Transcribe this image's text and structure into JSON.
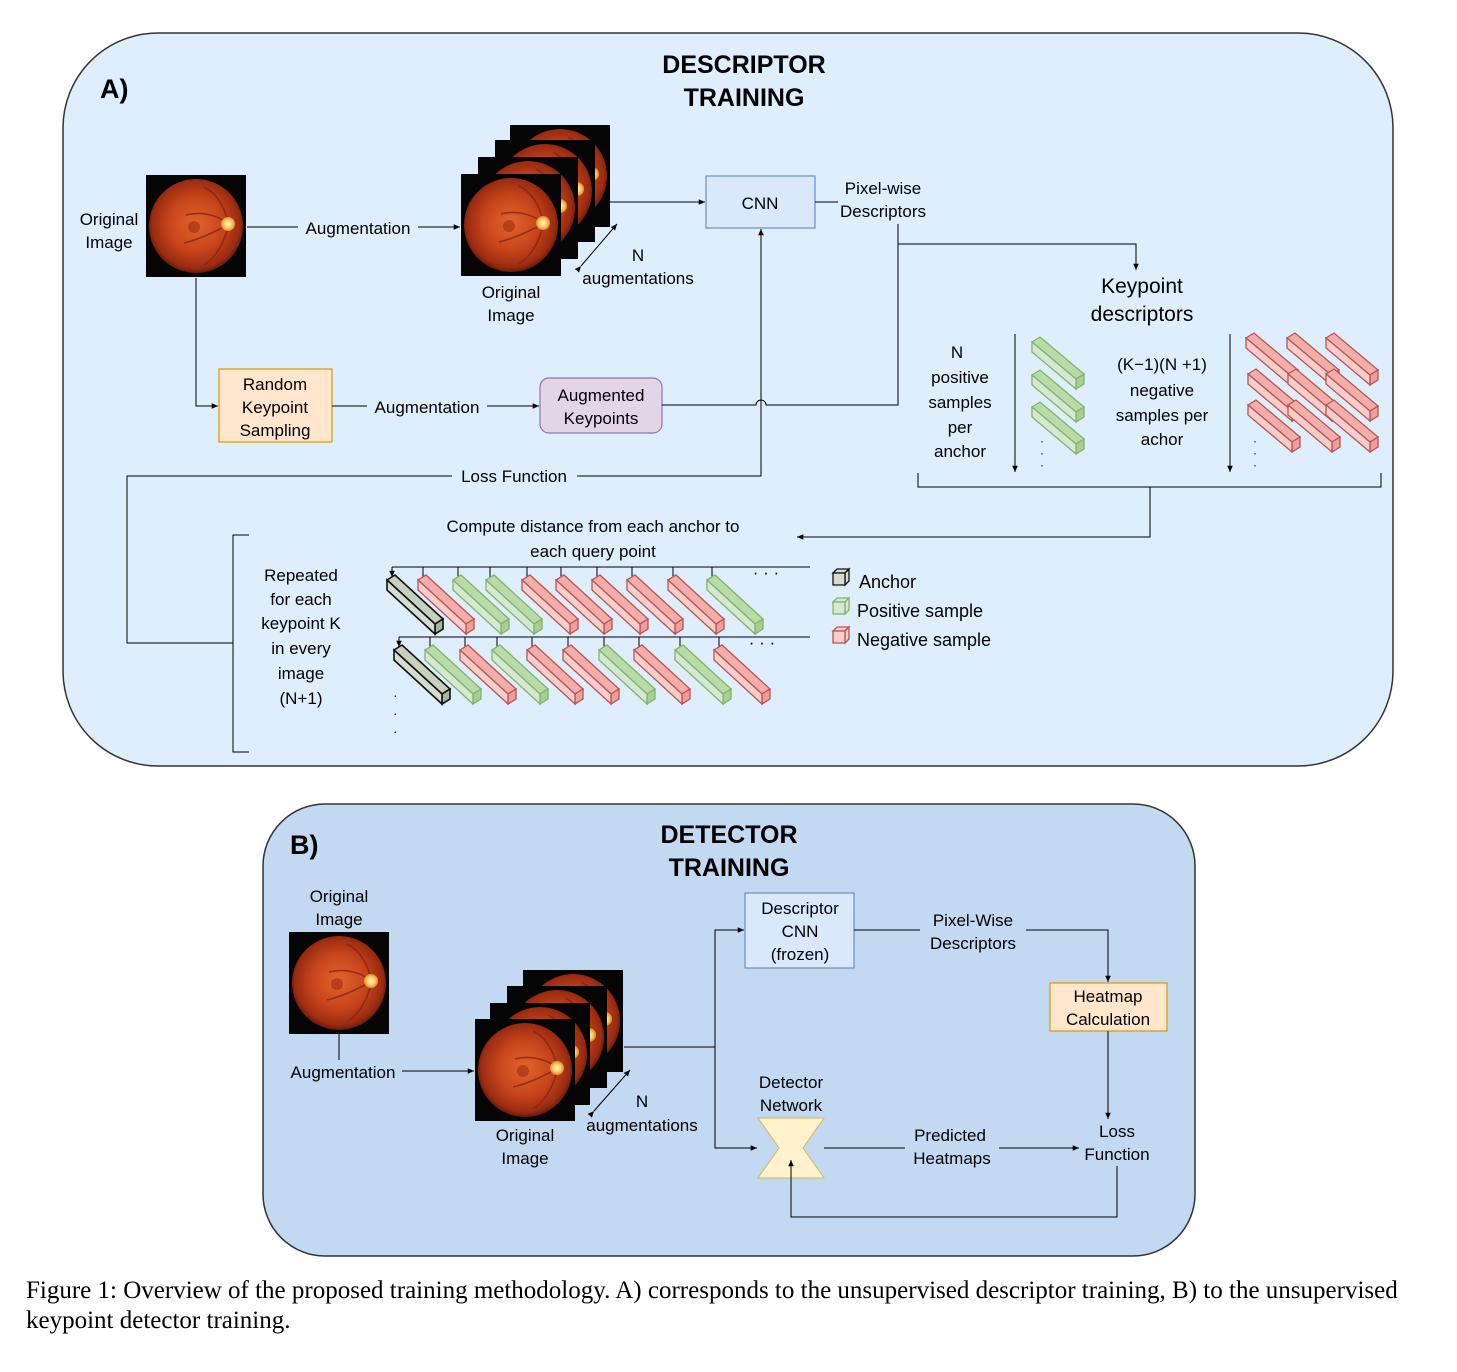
{
  "panel_a": {
    "letter": "A)",
    "title_line1": "DESCRIPTOR",
    "title_line2": "TRAINING",
    "original_image_left": [
      "Original",
      "Image"
    ],
    "augmentation_label": "Augmentation",
    "original_image_stack": [
      "Original",
      "Image"
    ],
    "n_augmentations": [
      "N",
      "augmentations"
    ],
    "cnn_label": "CNN",
    "pixelwise_descriptors": [
      "Pixel-wise",
      "Descriptors"
    ],
    "random_keypoint_sampling": [
      "Random",
      "Keypoint",
      "Sampling"
    ],
    "augmentation_label_2": "Augmentation",
    "augmented_keypoints": [
      "Augmented",
      "Keypoints"
    ],
    "keypoint_descriptors": [
      "Keypoint",
      "descriptors"
    ],
    "positive_samples": [
      "N",
      "positive",
      "samples",
      "per",
      "anchor"
    ],
    "negative_samples": [
      "(K−1)(N +1)",
      "negative",
      "samples per",
      "achor"
    ],
    "loss_function": "Loss Function",
    "compute_distance": [
      "Compute distance from each anchor to",
      "each query point"
    ],
    "repeated": [
      "Repeated",
      "for each",
      "keypoint K",
      "in every",
      "image",
      "(N+1)"
    ],
    "ellipsis": "· · ·",
    "legend": {
      "anchor": "Anchor",
      "positive": "Positive sample",
      "negative": "Negative sample"
    }
  },
  "panel_b": {
    "letter": "B)",
    "title_line1": "DETECTOR",
    "title_line2": "TRAINING",
    "original_image_top": [
      "Original",
      "Image"
    ],
    "augmentation_label": "Augmentation",
    "original_image_stack": [
      "Original",
      "Image"
    ],
    "n_augmentations": [
      "N",
      "augmentations"
    ],
    "descriptor_cnn": [
      "Descriptor",
      "CNN",
      "(frozen)"
    ],
    "pixelwise_descriptors": [
      "Pixel-Wise",
      "Descriptors"
    ],
    "heatmap_calculation": [
      "Heatmap",
      "Calculation"
    ],
    "detector_network": [
      "Detector",
      "Network"
    ],
    "predicted_heatmaps": [
      "Predicted",
      "Heatmaps"
    ],
    "loss_function": [
      "Loss",
      "Function"
    ]
  },
  "caption": "Figure 1: Overview of the proposed training methodology. A) corresponds to the unsupervised descriptor training, B) to the unsupervised keypoint detector training.",
  "colors": {
    "panel_a_bg": "#deeefc",
    "panel_b_bg": "#c3d9f1",
    "cnn_fill": "#dae8fc",
    "cnn_stroke": "#6c8ebf",
    "orange_fill": "#ffe6cc",
    "orange_stroke": "#d79b00",
    "purple_fill": "#e1d5e7",
    "purple_stroke": "#9673a6",
    "green_fill": "#d5e8d4",
    "green_stroke": "#82b366",
    "red_fill": "#f8cecc",
    "red_stroke": "#b85450",
    "anchor_fill": "#d6dcd0",
    "detector_fill": "#fff2cc"
  }
}
